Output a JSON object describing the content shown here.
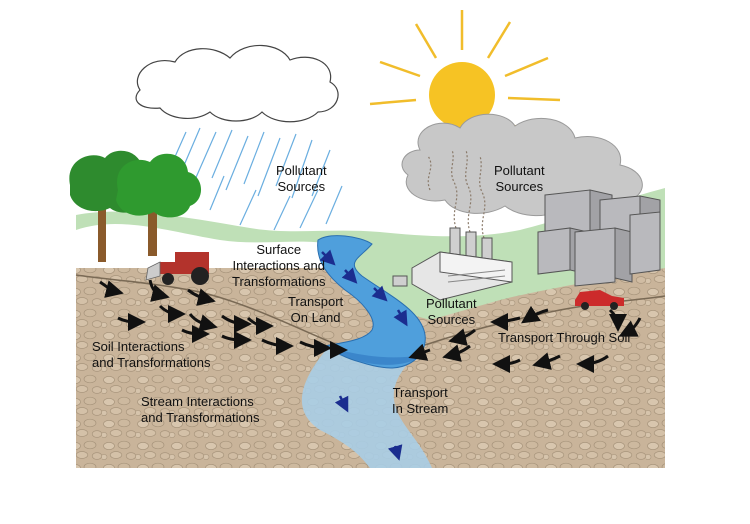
{
  "labels": {
    "pollutant_sources_rain": [
      "Pollutant",
      "Sources"
    ],
    "pollutant_sources_smoke": [
      "Pollutant",
      "Sources"
    ],
    "surface_interactions": [
      "Surface",
      "Interactions and",
      "Transformations"
    ],
    "transport_on_land": [
      "Transport",
      "On Land"
    ],
    "pollutant_sources_factory": [
      "Pollutant",
      "Sources"
    ],
    "transport_through_soil": "Transport Through Soil",
    "soil_interactions": [
      "Soil Interactions",
      "and Transformations"
    ],
    "transport_in_stream": [
      "Transport",
      "In Stream"
    ],
    "stream_interactions": [
      "Stream Interactions",
      "and Transformations"
    ]
  },
  "icons": [
    "sun-icon",
    "rain-cloud-icon",
    "smoke-cloud-icon",
    "tree-icon",
    "tractor-icon",
    "factory-icon",
    "city-buildings-icon",
    "car-icon",
    "stream-icon",
    "flow-arrow-icon"
  ],
  "colors": {
    "soil": "#c9b49a",
    "grass": "#bfe0b7",
    "stream": "#4f9fdc",
    "groundwater": "#a9cde6",
    "sun": "#f6c324",
    "tree": "#2e8b2e",
    "tractor": "#b3332c",
    "car": "#cc2b2b",
    "smoke": "#c8c8c8"
  }
}
